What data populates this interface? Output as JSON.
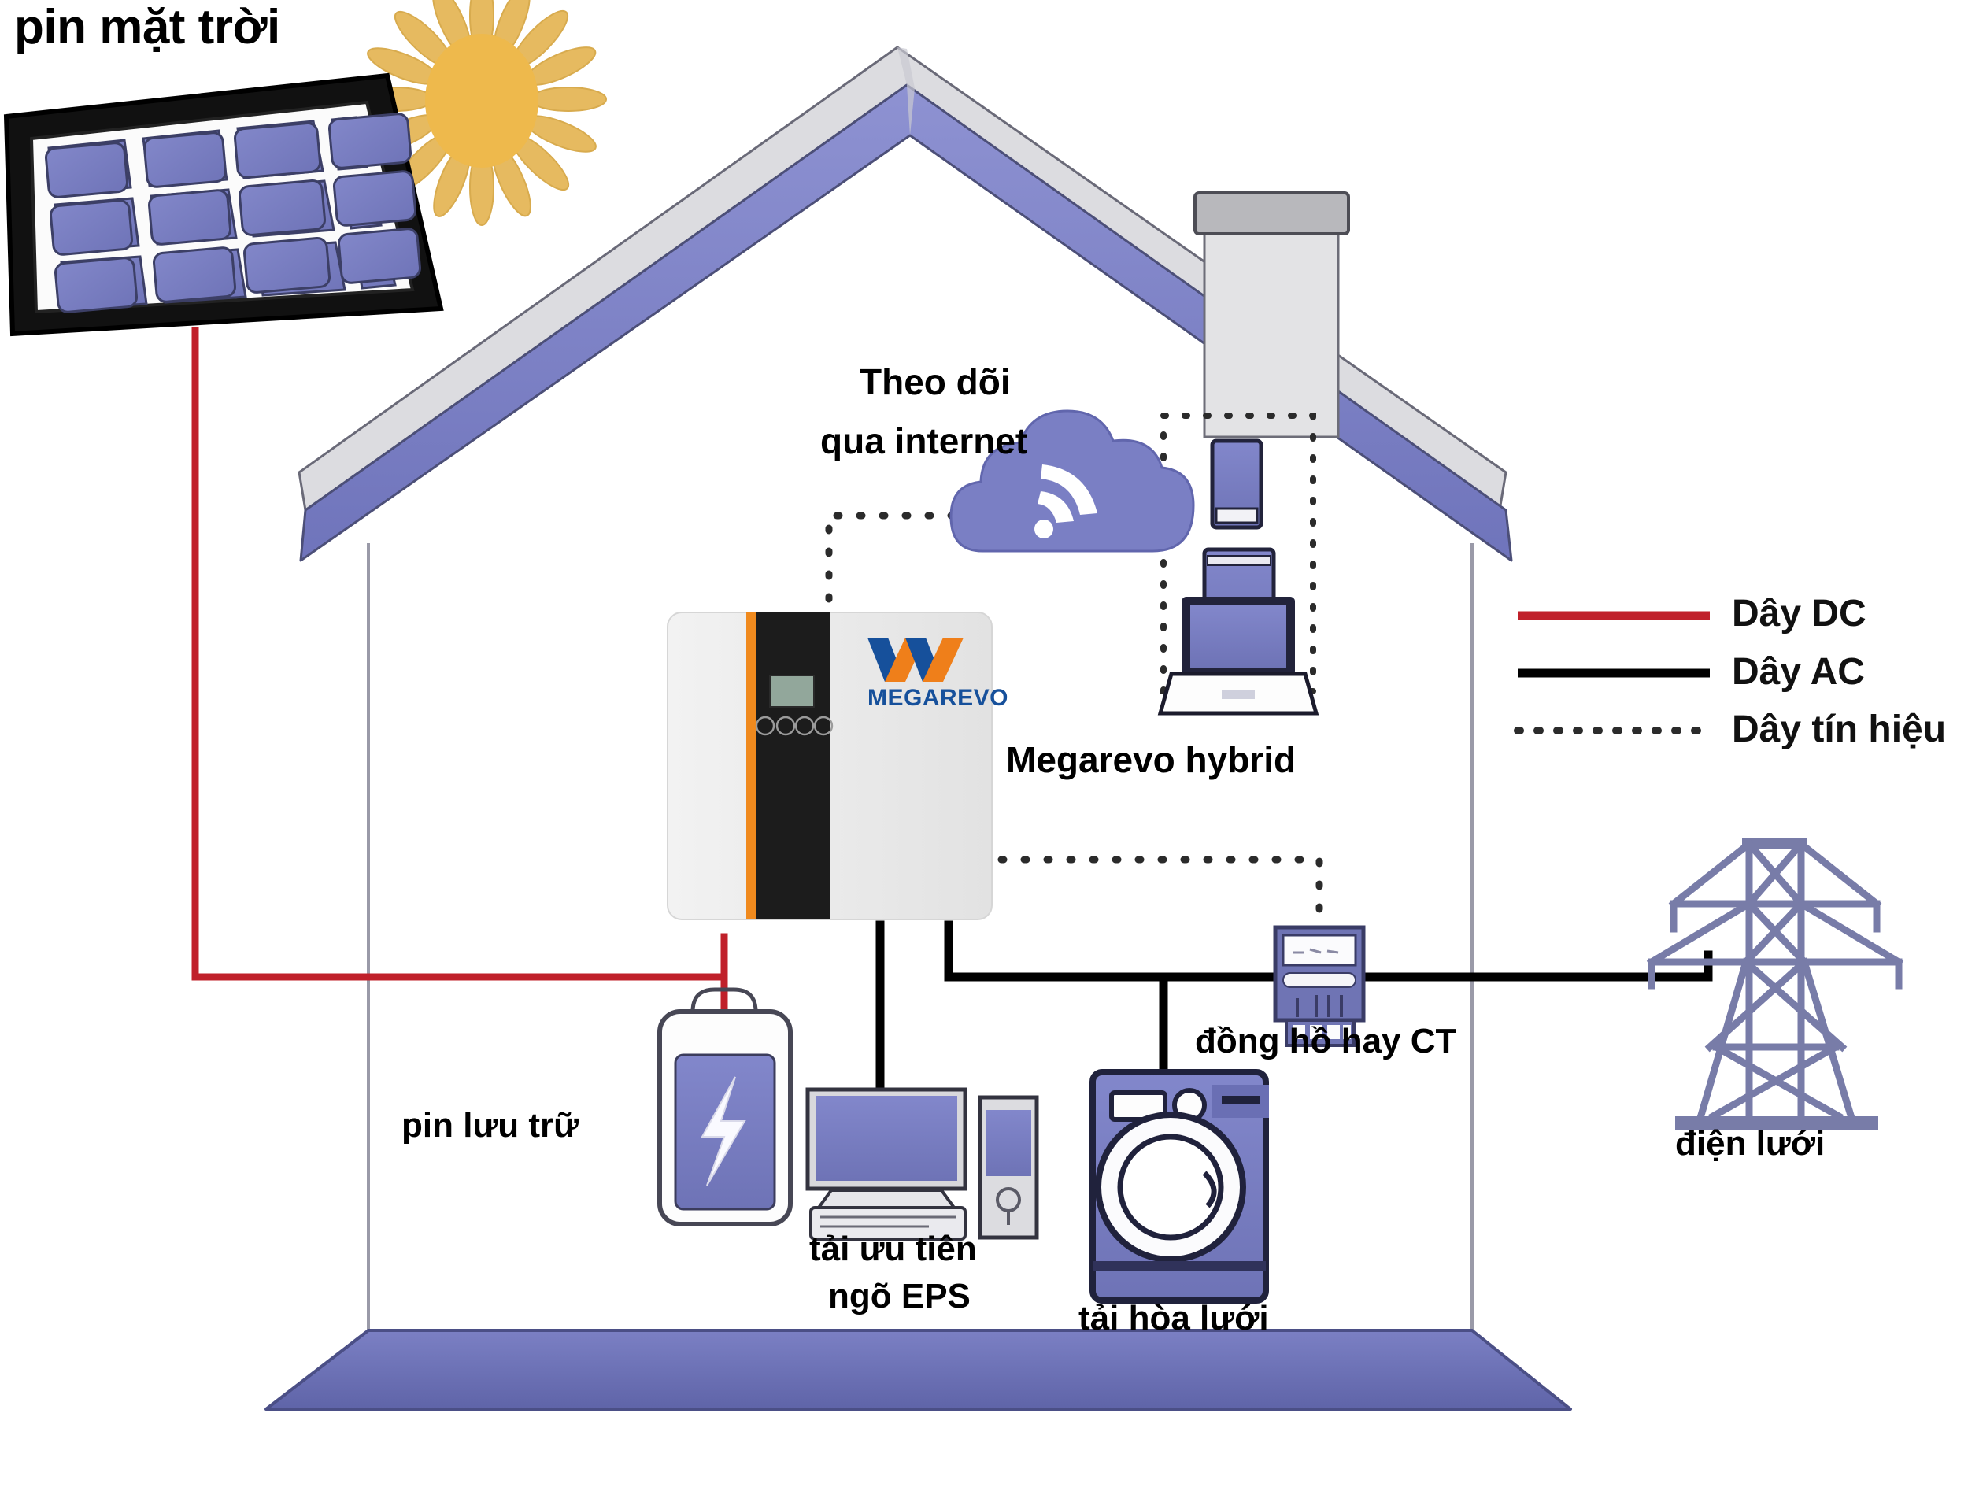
{
  "title_texts": {
    "solar_panel": "pin mặt trời",
    "monitor_line1": "Theo dõi",
    "monitor_line2": "qua internet",
    "inverter": "Megarevo hybrid",
    "battery": "pin lưu trữ",
    "eps_load_line1": "tải ưu tiên",
    "eps_load_line2": "ngõ EPS",
    "grid_load": "tải hòa lưới",
    "meter": "đồng hồ hay CT",
    "grid": "điện lưới"
  },
  "inverter": {
    "brand": "MEGAREVO",
    "accent_stripe_color": "#F08A1E",
    "panel_color": "#1c1c1c",
    "body_color": "#ececec",
    "screen_color": "#92a79b",
    "buttons": [
      "back-button",
      "up-button",
      "down-button",
      "enter-button"
    ]
  },
  "legend": {
    "items": [
      {
        "label": "Dây DC",
        "style": "solid",
        "color": "#c0202a",
        "name": "dc-wire"
      },
      {
        "label": "Dây AC",
        "style": "solid",
        "color": "#000000",
        "name": "ac-wire"
      },
      {
        "label": "Dây tín hiệu",
        "style": "dotted",
        "color": "#333333",
        "name": "signal-wire"
      }
    ]
  },
  "icons": {
    "sun": "sun-icon",
    "solar_panel": "solar-panel-icon",
    "cloud": "cloud-wifi-icon",
    "phone": "smartphone-icon",
    "tablet": "tablet-icon",
    "laptop": "laptop-icon",
    "battery": "battery-icon",
    "desktop": "desktop-computer-icon",
    "washing_machine": "washing-machine-icon",
    "meter": "energy-meter-icon",
    "pylon": "transmission-tower-icon",
    "house": "house-outline",
    "chimney": "chimney-icon"
  },
  "colors": {
    "periwinkle": "#7b7fc4",
    "periwinkle_light": "#8b8fd0",
    "roof_edge": "#d8d8dc",
    "floor": "#6d72b4",
    "sun_yellow": "#edb84b",
    "sun_ray": "#e9bf63",
    "dc_red": "#c0202a",
    "ac_black": "#000000",
    "signal_gray": "#2b2b2b",
    "logo_blue": "#16509b",
    "logo_orange": "#ef7f1a"
  }
}
